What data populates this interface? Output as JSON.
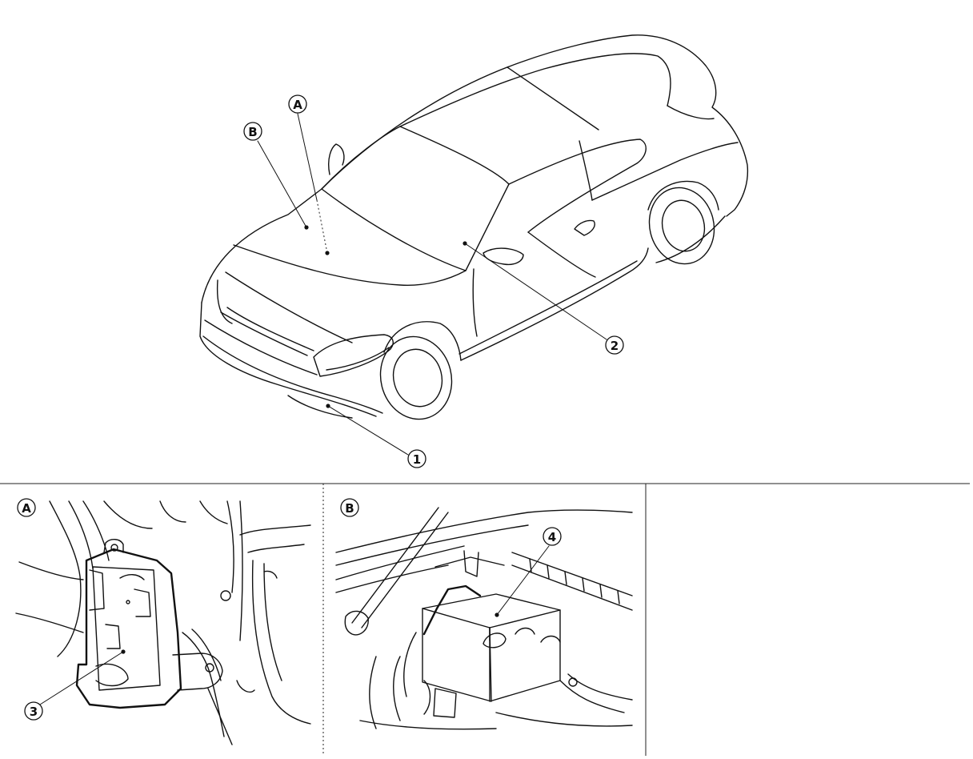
{
  "callouts": {
    "view_a": "A",
    "view_b": "B",
    "item_1": "1",
    "item_2": "2",
    "item_3": "3",
    "item_4": "4"
  },
  "panels": {
    "detail_a_label": "A",
    "detail_b_label": "B"
  },
  "colors": {
    "line": "#111111",
    "background": "#ffffff"
  }
}
